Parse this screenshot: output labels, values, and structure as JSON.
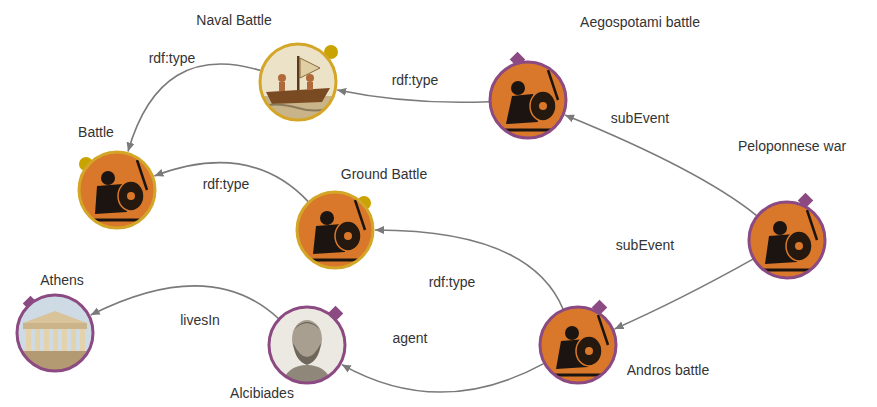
{
  "diagram": {
    "nodes": [
      {
        "text": [
          "Naval Battle"
        ]
      },
      {
        "text": [
          "Aegospotami battle"
        ]
      },
      {
        "text": [
          "Battle"
        ]
      },
      {
        "text": [
          "Ground Battle"
        ]
      },
      {
        "text": [
          "Peloponnese war"
        ]
      },
      {
        "text": [
          "Athens"
        ]
      },
      {
        "text": [
          "Alcibiades"
        ]
      },
      {
        "text": [
          "Andros battle"
        ]
      }
    ],
    "edges": [
      {
        "from": 1,
        "to": 0,
        "label": "rdf:type",
        "arrow": "to"
      },
      {
        "from": 0,
        "to": 2,
        "label": "rdf:type",
        "arrow": "to"
      },
      {
        "from": 3,
        "to": 2,
        "label": "rdf:type",
        "arrow": "to"
      },
      {
        "from": 7,
        "to": 3,
        "label": "rdf:type",
        "arrow": "to"
      },
      {
        "from": 4,
        "to": 1,
        "label": "subEvent",
        "arrow": "to"
      },
      {
        "from": 4,
        "to": 7,
        "label": "subEvent",
        "arrow": "to"
      },
      {
        "from": 7,
        "to": 6,
        "label": "agent",
        "arrow": "to"
      },
      {
        "from": 6,
        "to": 5,
        "label": "livesIn",
        "arrow": "to"
      }
    ]
  }
}
